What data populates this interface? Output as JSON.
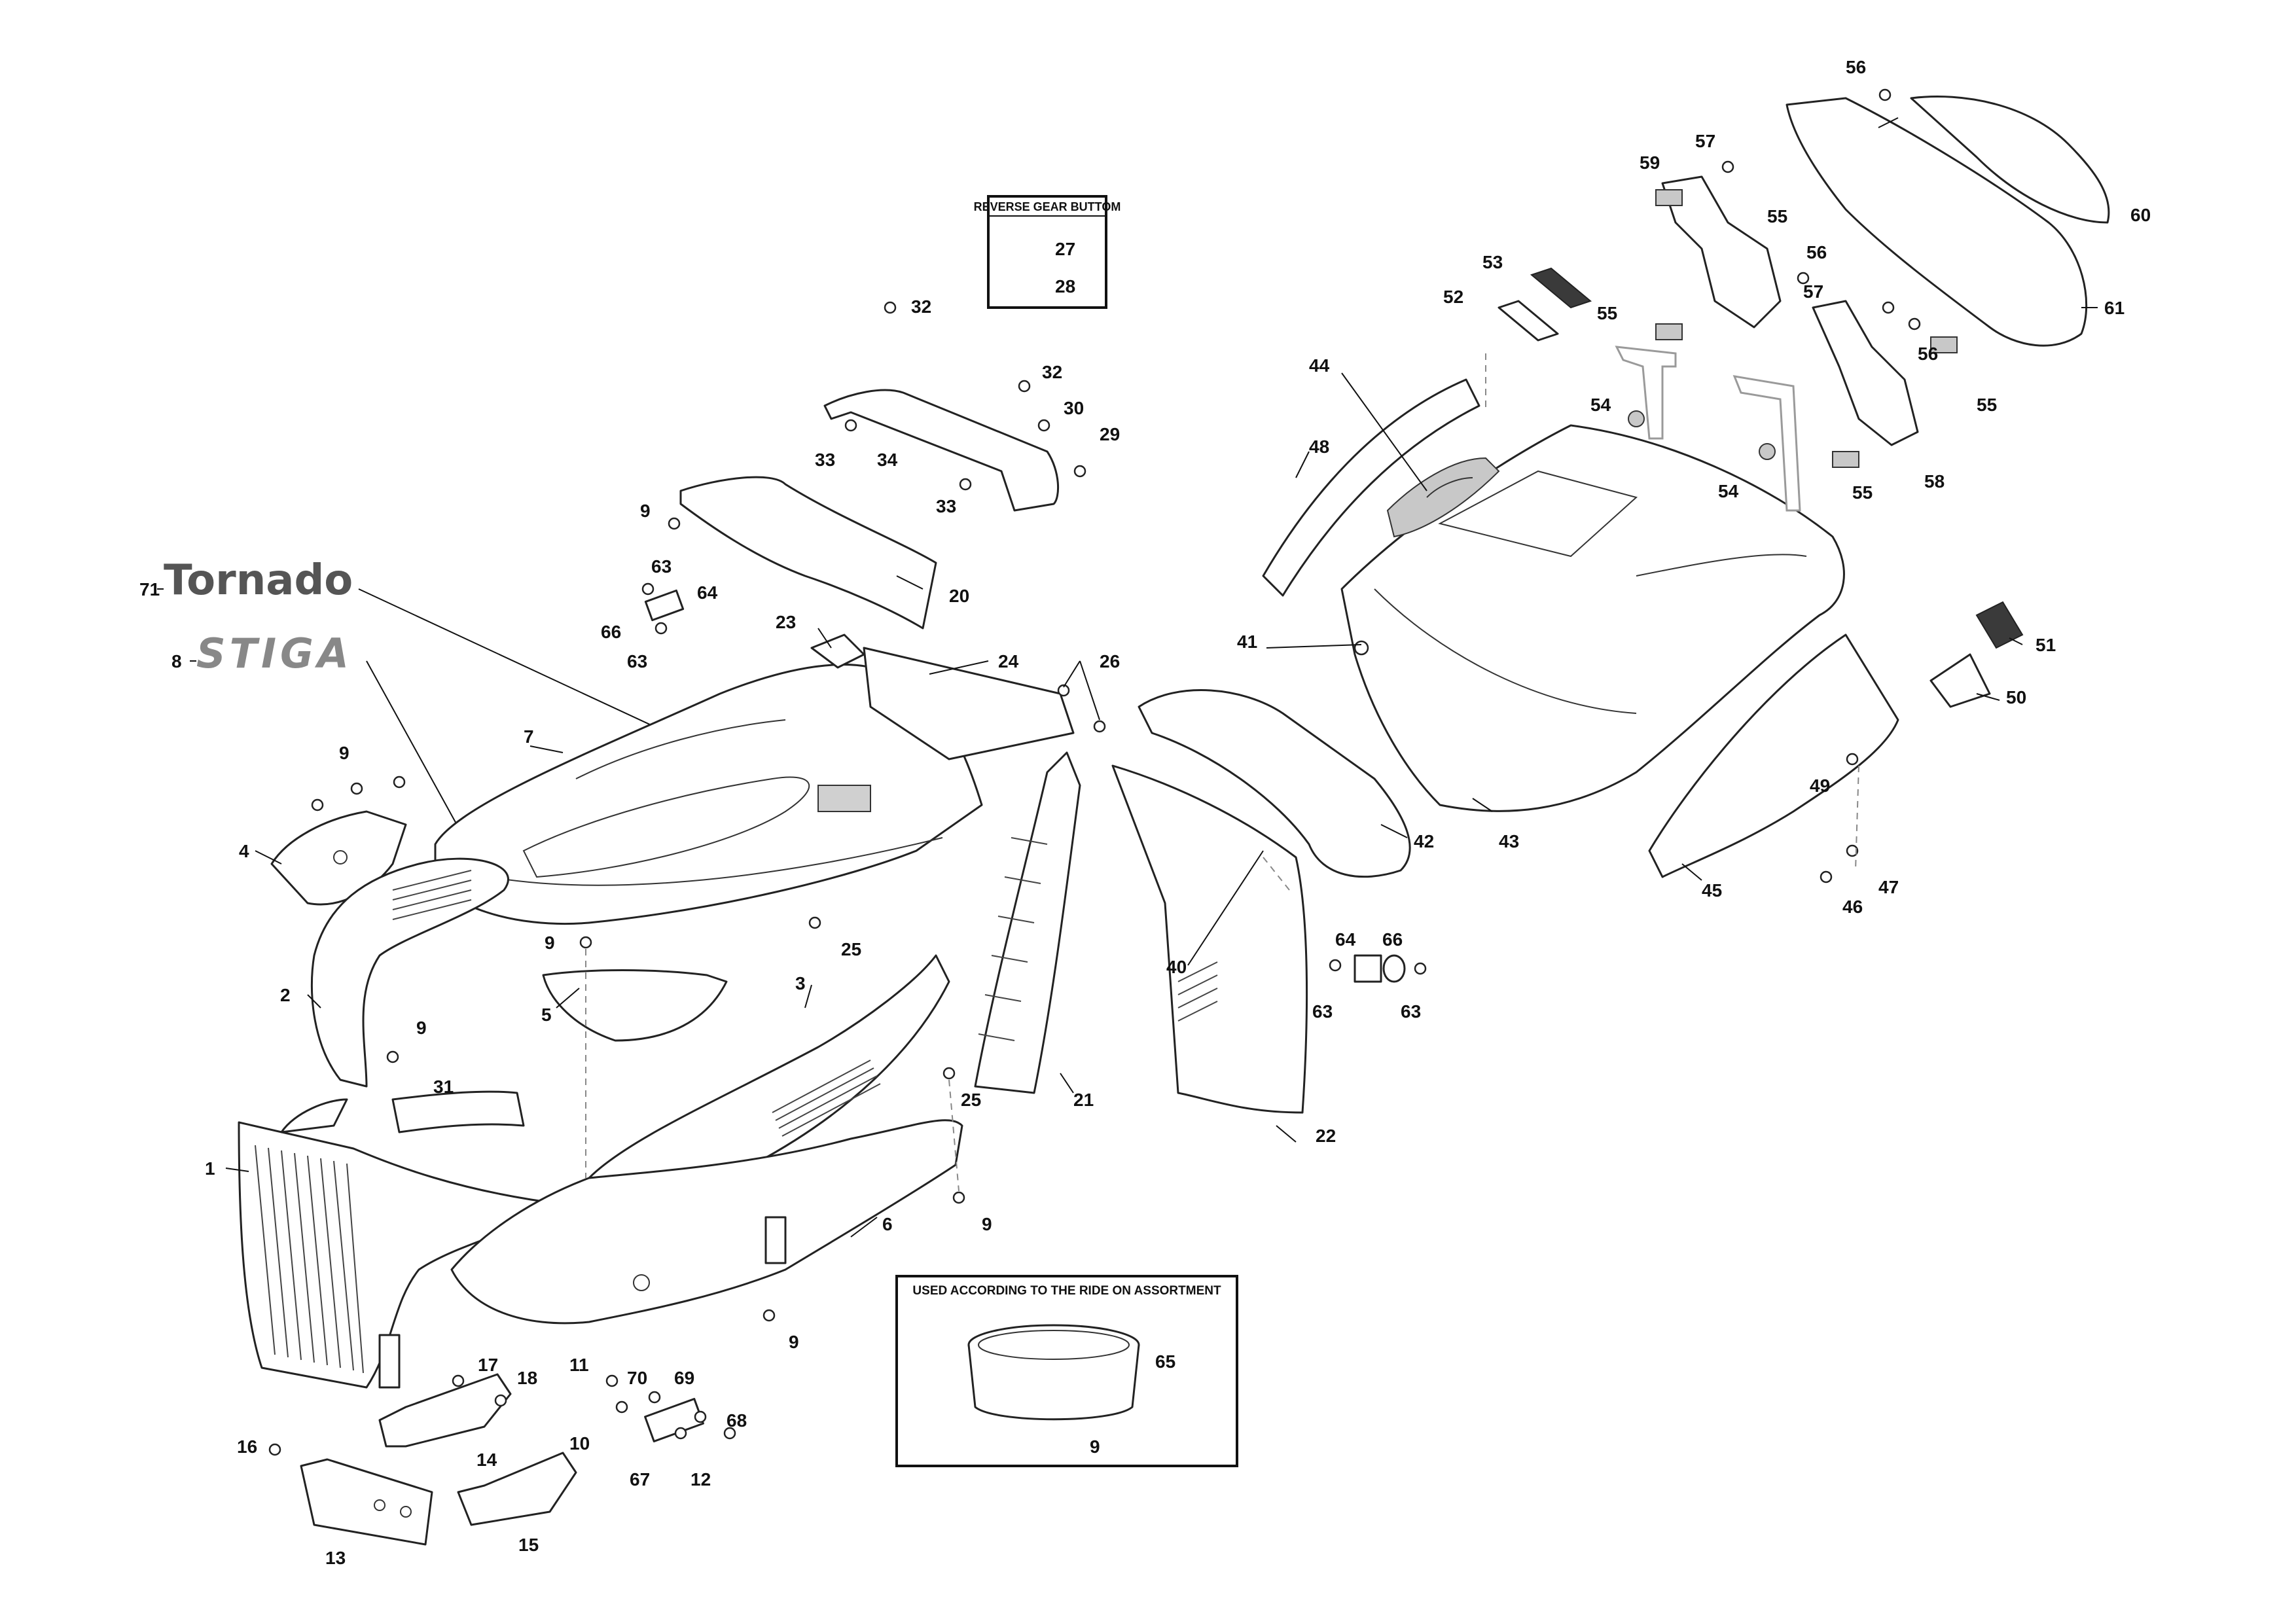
{
  "parts": [
    {
      "id": "1",
      "label": "1"
    },
    {
      "id": "2",
      "label": "2"
    },
    {
      "id": "3",
      "label": "3"
    },
    {
      "id": "4",
      "label": "4"
    },
    {
      "id": "5",
      "label": "5"
    },
    {
      "id": "6",
      "label": "6"
    },
    {
      "id": "7",
      "label": "7"
    },
    {
      "id": "8",
      "label": "8"
    },
    {
      "id": "9",
      "label": "9"
    },
    {
      "id": "10",
      "label": "10"
    },
    {
      "id": "11",
      "label": "11"
    },
    {
      "id": "12",
      "label": "12"
    },
    {
      "id": "13",
      "label": "13"
    },
    {
      "id": "14",
      "label": "14"
    },
    {
      "id": "15",
      "label": "15"
    },
    {
      "id": "16",
      "label": "16"
    },
    {
      "id": "17",
      "label": "17"
    },
    {
      "id": "18",
      "label": "18"
    },
    {
      "id": "20",
      "label": "20"
    },
    {
      "id": "21",
      "label": "21"
    },
    {
      "id": "22",
      "label": "22"
    },
    {
      "id": "23",
      "label": "23"
    },
    {
      "id": "24",
      "label": "24"
    },
    {
      "id": "25",
      "label": "25"
    },
    {
      "id": "26",
      "label": "26"
    },
    {
      "id": "27",
      "label": "27"
    },
    {
      "id": "28",
      "label": "28"
    },
    {
      "id": "29",
      "label": "29"
    },
    {
      "id": "30",
      "label": "30"
    },
    {
      "id": "31",
      "label": "31"
    },
    {
      "id": "32",
      "label": "32"
    },
    {
      "id": "33",
      "label": "33"
    },
    {
      "id": "34",
      "label": "34"
    },
    {
      "id": "40",
      "label": "40"
    },
    {
      "id": "41",
      "label": "41"
    },
    {
      "id": "42",
      "label": "42"
    },
    {
      "id": "43",
      "label": "43"
    },
    {
      "id": "44",
      "label": "44"
    },
    {
      "id": "45",
      "label": "45"
    },
    {
      "id": "46",
      "label": "46"
    },
    {
      "id": "47",
      "label": "47"
    },
    {
      "id": "48",
      "label": "48"
    },
    {
      "id": "49",
      "label": "49"
    },
    {
      "id": "50",
      "label": "50"
    },
    {
      "id": "51",
      "label": "51"
    },
    {
      "id": "52",
      "label": "52"
    },
    {
      "id": "53",
      "label": "53"
    },
    {
      "id": "54",
      "label": "54"
    },
    {
      "id": "55",
      "label": "55"
    },
    {
      "id": "56",
      "label": "56"
    },
    {
      "id": "57",
      "label": "57"
    },
    {
      "id": "58",
      "label": "58"
    },
    {
      "id": "59",
      "label": "59"
    },
    {
      "id": "60",
      "label": "60"
    },
    {
      "id": "61",
      "label": "61"
    },
    {
      "id": "63",
      "label": "63"
    },
    {
      "id": "64",
      "label": "64"
    },
    {
      "id": "65",
      "label": "65"
    },
    {
      "id": "66",
      "label": "66"
    },
    {
      "id": "67",
      "label": "67"
    },
    {
      "id": "68",
      "label": "68"
    },
    {
      "id": "69",
      "label": "69"
    },
    {
      "id": "70",
      "label": "70"
    },
    {
      "id": "71",
      "label": "71"
    }
  ],
  "brands": {
    "tornado": "Tornado",
    "stiga": "STIGA"
  },
  "boxes": {
    "reverse_gear": "REVERSE GEAR BUTTOM",
    "assortment": "USED ACCORDING TO THE RIDE ON ASSORTMENT"
  },
  "colors": {
    "ink": "#111111",
    "label_plate": "#3a3a3a",
    "brand_grey": "#888888"
  }
}
